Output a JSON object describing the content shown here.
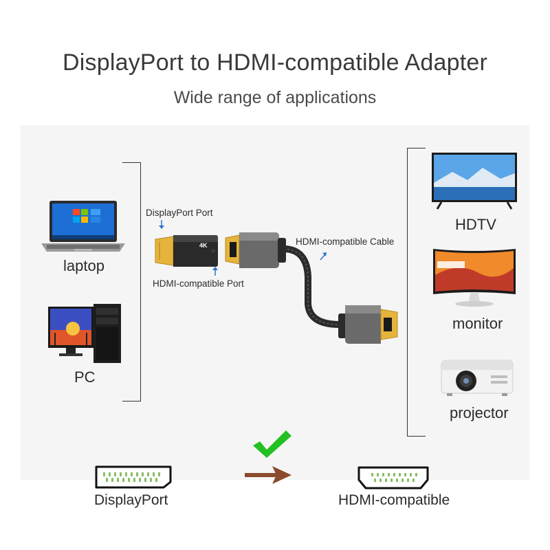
{
  "header": {
    "title": "DisplayPort to HDMI-compatible Adapter",
    "subtitle": "Wide range of applications"
  },
  "sources": [
    {
      "label": "laptop",
      "icon": "laptop-icon"
    },
    {
      "label": "PC",
      "icon": "desktop-pc-icon"
    }
  ],
  "adapter": {
    "displayport_port_label": "DisplayPort Port",
    "hdmi_port_label": "HDMI-compatible Port",
    "cable_label": "HDMI-compatible Cable",
    "badge": "4K"
  },
  "displays": [
    {
      "label": "HDTV",
      "icon": "hdtv-icon"
    },
    {
      "label": "monitor",
      "icon": "monitor-icon"
    },
    {
      "label": "projector",
      "icon": "projector-icon"
    }
  ],
  "connectors": {
    "from_label": "DisplayPort",
    "to_label": "HDMI-compatible"
  },
  "colors": {
    "check_green": "#22c022",
    "arrow_brown": "#8b4a2b",
    "gold": "#e3b23a",
    "cable_dark": "#2b2b2b"
  }
}
